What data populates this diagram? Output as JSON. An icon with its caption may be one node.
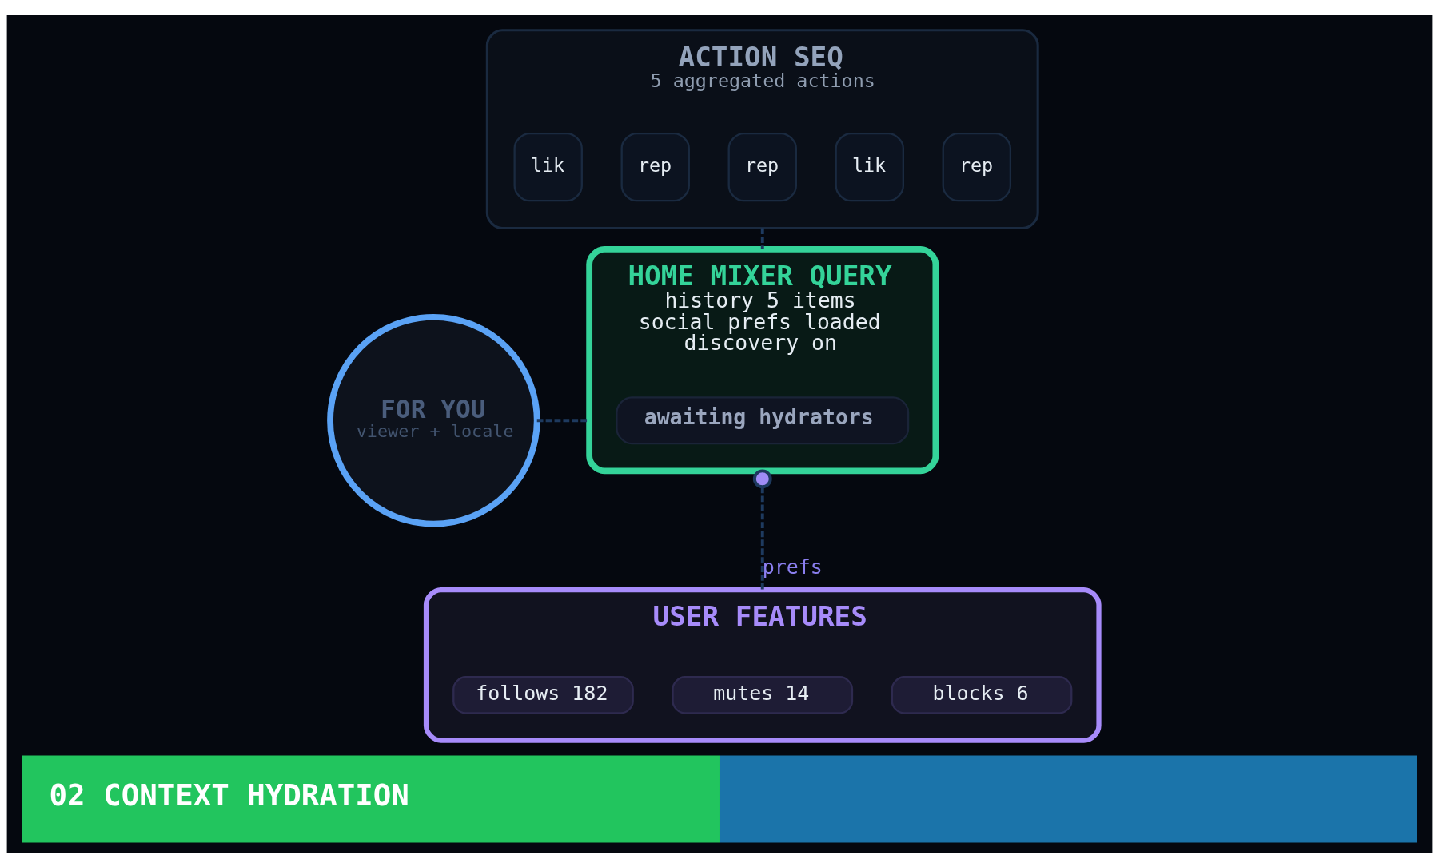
{
  "diagram": {
    "caption": "02 CONTEXT HYDRATION",
    "nodes": [
      {
        "text": [
          "ACTION SEQ",
          "5 aggregated actions"
        ]
      },
      {
        "text": [
          "lik"
        ],
        "in": 0
      },
      {
        "text": [
          "rep"
        ],
        "in": 0
      },
      {
        "text": [
          "rep"
        ],
        "in": 0
      },
      {
        "text": [
          "lik"
        ],
        "in": 0
      },
      {
        "text": [
          "rep"
        ],
        "in": 0
      },
      {
        "text": [
          "FOR YOU",
          "viewer + locale"
        ]
      },
      {
        "text": [
          "HOME MIXER QUERY",
          "history 5 items",
          "social prefs loaded",
          "discovery on"
        ]
      },
      {
        "text": [
          "awaiting hydrators"
        ],
        "in": 7
      },
      {
        "text": [
          "USER FEATURES"
        ]
      },
      {
        "text": [
          "follows 182"
        ],
        "in": 9
      },
      {
        "text": [
          "mutes 14"
        ],
        "in": 9
      },
      {
        "text": [
          "blocks 6"
        ],
        "in": 9
      }
    ],
    "edges": [
      {
        "from": 0,
        "to": 7,
        "arrow": "none",
        "style": "dashed"
      },
      {
        "from": 6,
        "to": 7,
        "arrow": "none",
        "style": "dashed"
      },
      {
        "from": 7,
        "to": 9,
        "arrow": "other",
        "style": "dashed",
        "label": "prefs"
      }
    ]
  }
}
